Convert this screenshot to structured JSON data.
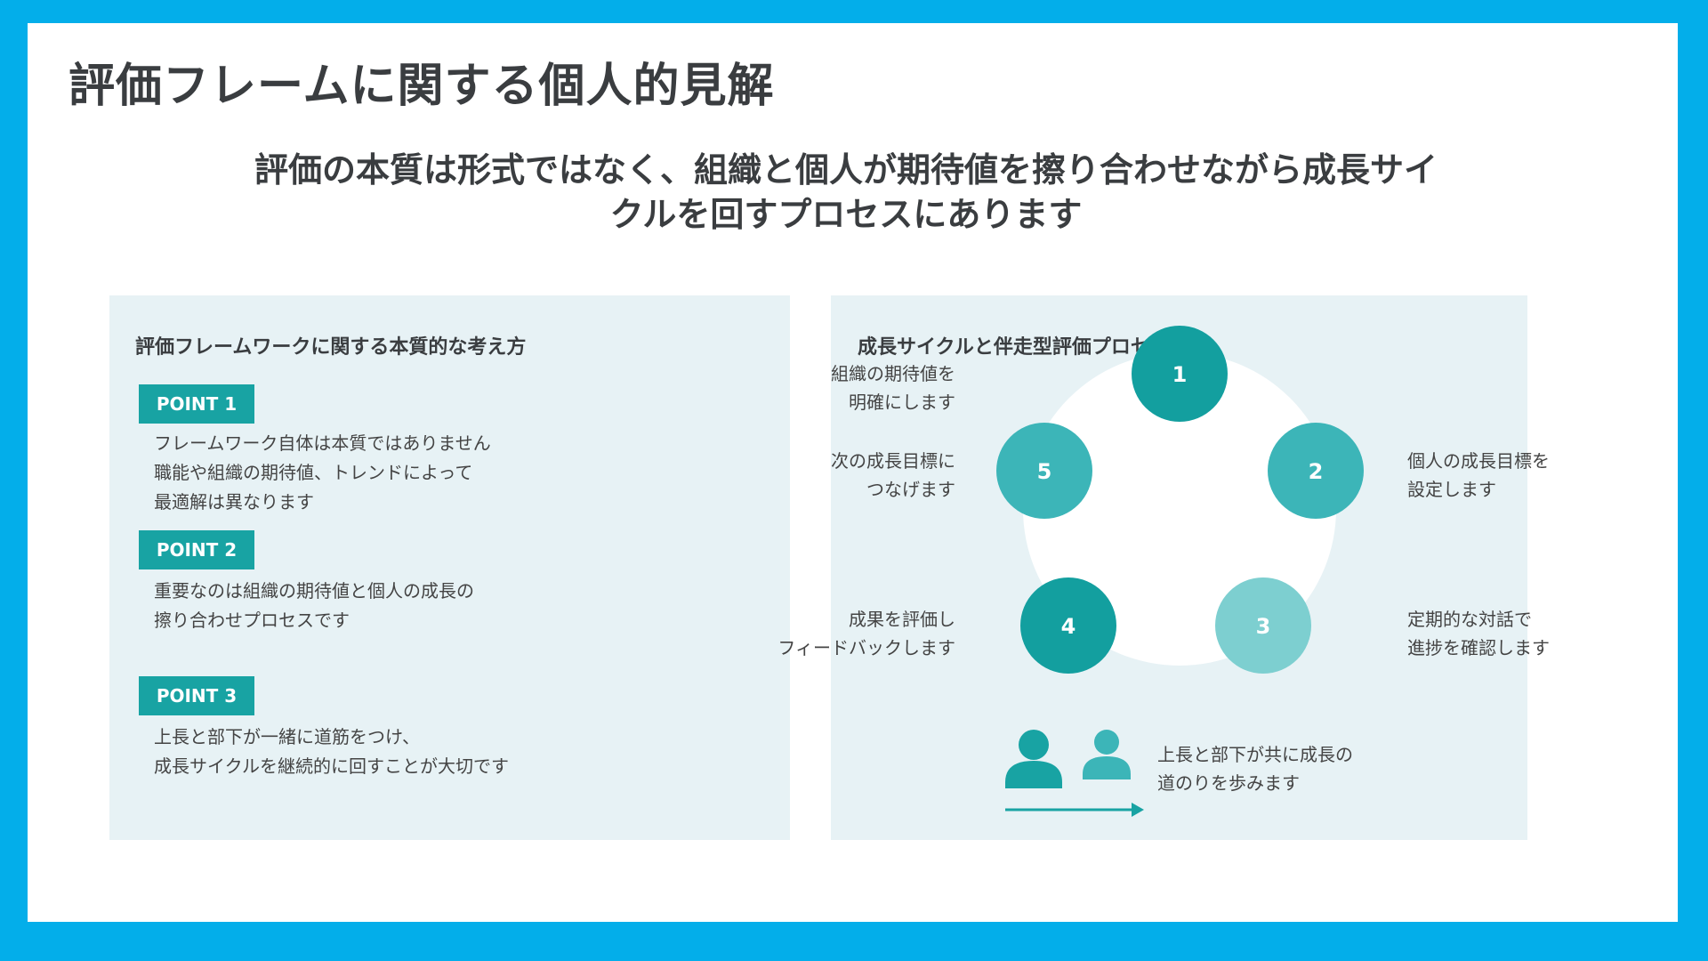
{
  "title": "評価フレームに関する個人的見解",
  "subtitle": [
    "評価の本質は形式ではなく、組織と個人が期待値を擦り合わせながら成長サイ",
    "クルを回すプロセスにあります"
  ],
  "left_panel": {
    "heading": "評価フレームワークに関する本質的な考え方",
    "points": [
      {
        "badge": "POINT 1",
        "lines": [
          "フレームワーク自体は本質ではありません",
          "職能や組織の期待値、トレンドによって",
          "最適解は異なります"
        ]
      },
      {
        "badge": "POINT 2",
        "lines": [
          "重要なのは組織の期待値と個人の成長の",
          "擦り合わせプロセスです"
        ]
      },
      {
        "badge": "POINT 3",
        "lines": [
          "上長と部下が一緒に道筋をつけ、",
          "成長サイクルを継続的に回すことが大切です"
        ]
      }
    ]
  },
  "right_panel": {
    "heading": "成長サイクルと伴走型評価プロセス",
    "steps": [
      {
        "number": "1",
        "lines": [
          "組織の期待値を",
          "明確にします"
        ],
        "color": "#139f9f"
      },
      {
        "number": "2",
        "lines": [
          "個人の成長目標を",
          "設定します"
        ],
        "color": "#3cb5b8"
      },
      {
        "number": "3",
        "lines": [
          "定期的な対話で",
          "進捗を確認します"
        ],
        "color": "#7dcfd0"
      },
      {
        "number": "4",
        "lines": [
          "成果を評価し",
          "フィードバックします"
        ],
        "color": "#139f9f"
      },
      {
        "number": "5",
        "lines": [
          "次の成長目標に",
          "つなげます"
        ],
        "color": "#3cb5b8"
      }
    ],
    "footer_lines": [
      "上長と部下が共に成長の",
      "道のりを歩みます"
    ],
    "icons": [
      "person-icon",
      "person-icon",
      "arrow-right-icon"
    ]
  },
  "colors": {
    "frame": "#03aeea",
    "panel": "#e7f2f5",
    "teal": "#18a3a3"
  }
}
